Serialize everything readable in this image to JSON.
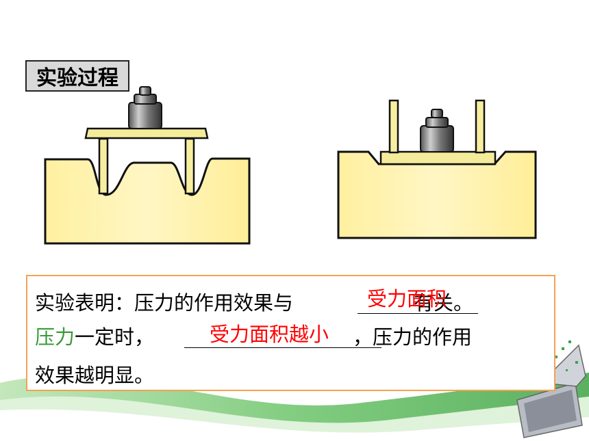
{
  "title_box": "实验过程",
  "conclusion": {
    "line1_prefix": "实验表明：压力的作用效果与",
    "answer1": "受力面积",
    "line1_suffix": "有关。",
    "line2_green": "压力",
    "line2_prefix": "一定时，",
    "answer2": "受力面积越小",
    "line2_suffix": "，压力的作用",
    "line3": "效果越明显。"
  },
  "colors": {
    "answer": "#ff0000",
    "highlight": "#3a9a3a",
    "border": "#f5a050",
    "sponge": "#fff2a8",
    "background_wave": "#5cb85c"
  }
}
